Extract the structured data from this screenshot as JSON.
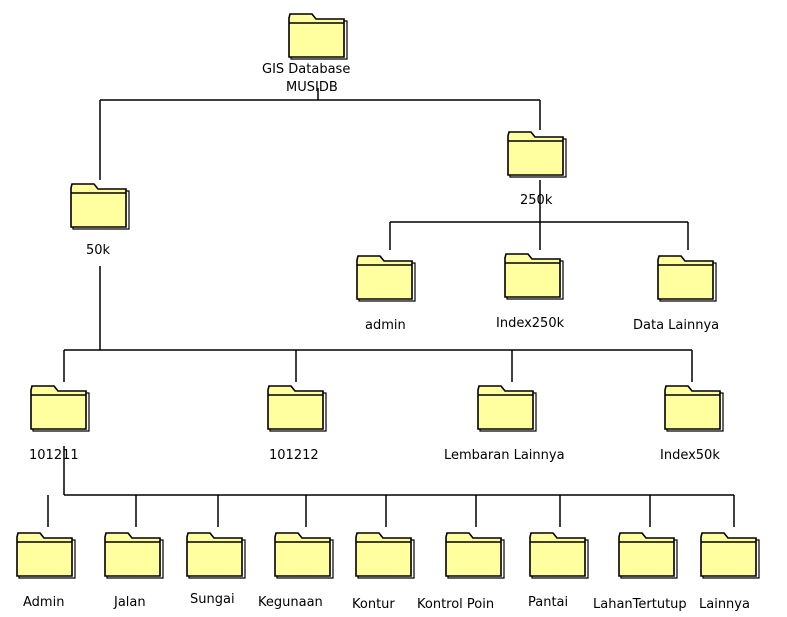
{
  "colors": {
    "folder_fill": "#FFFFA0",
    "folder_stroke": "#000000",
    "line": "#000000",
    "background": "#FFFFFF"
  },
  "icon": "folder-icon",
  "tree": {
    "root": {
      "label_line1": "GIS Database",
      "label_line2": "MUSIDB"
    },
    "k250": {
      "label": "250k",
      "children": [
        {
          "label": "admin"
        },
        {
          "label": "Index250k"
        },
        {
          "label": "Data Lainnya"
        }
      ]
    },
    "k50": {
      "label": "50k",
      "children": [
        {
          "label": "101211"
        },
        {
          "label": "101212"
        },
        {
          "label": "Lembaran Lainnya"
        },
        {
          "label": "Index50k"
        }
      ]
    },
    "sheet_101211": {
      "children": [
        {
          "label": "Admin"
        },
        {
          "label": "Jalan"
        },
        {
          "label": "Sungai"
        },
        {
          "label": "Kegunaan"
        },
        {
          "label": "Kontur"
        },
        {
          "label": "Kontrol Poin"
        },
        {
          "label": "Pantai"
        },
        {
          "label": "LahanTertutup"
        },
        {
          "label": "Lainnya"
        }
      ]
    }
  }
}
